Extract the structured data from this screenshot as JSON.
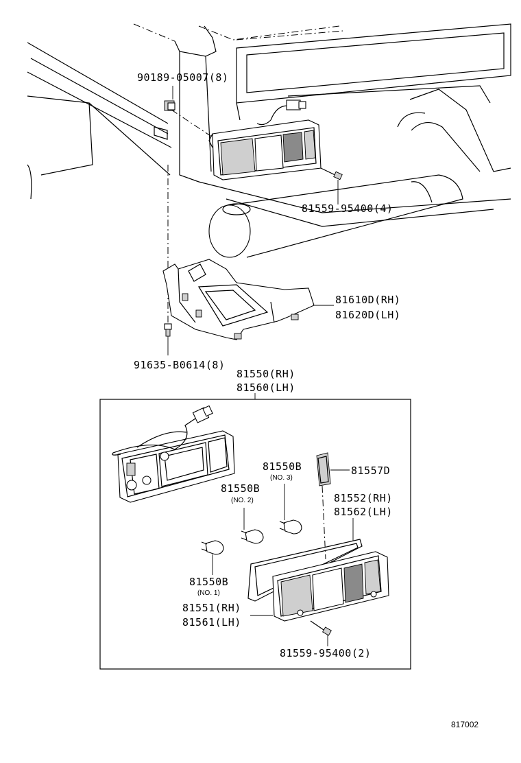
{
  "labels": {
    "bolt_90189": "90189-05007(8)",
    "screw_4": "81559-95400(4)",
    "bracket_rh": "81610D(RH)",
    "bracket_lh": "81620D(LH)",
    "bolt_91635": "91635-B0614(8)",
    "assy_rh": "81550(RH)",
    "assy_lh": "81560(LH)",
    "bulb_no3": "81550B",
    "bulb_no3_sub": "(NO. 3)",
    "reflector": "81557D",
    "bulb_no2": "81550B",
    "bulb_no2_sub": "(NO. 2)",
    "gasket_rh": "81552(RH)",
    "gasket_lh": "81562(LH)",
    "bulb_no1": "81550B",
    "bulb_no1_sub": "(NO. 1)",
    "lens_rh": "81551(RH)",
    "lens_lh": "81561(LH)",
    "screw_2": "81559-95400(2)",
    "figure_number": "817002"
  }
}
